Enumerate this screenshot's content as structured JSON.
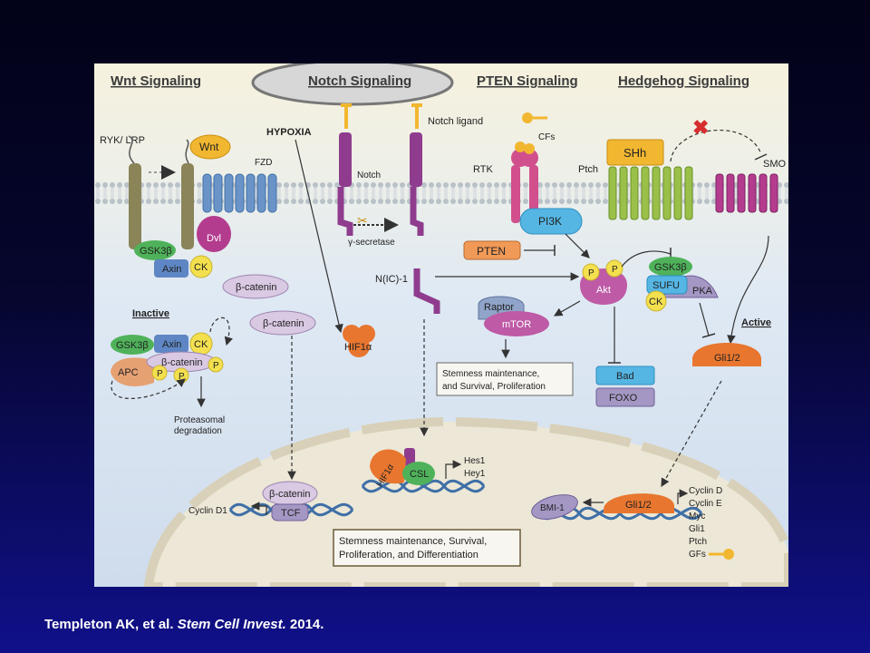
{
  "panels": {
    "wnt": "Wnt Signaling",
    "notch": "Notch Signaling",
    "pten": "PTEN Signaling",
    "hedgehog": "Hedgehog Signaling"
  },
  "labels": {
    "ryk_lrp": "RYK/ LRP",
    "wnt": "Wnt",
    "fzd": "FZD",
    "hypoxia": "HYPOXIA",
    "notch_ligand": "Notch ligand",
    "notch": "Notch",
    "gamma_secretase": "γ-secretase",
    "cfs": "CFs",
    "rtk": "RTK",
    "shh": "SHh",
    "ptch": "Ptch",
    "smo": "SMO",
    "dvl": "Dvl",
    "gsk3b": "GSK3β",
    "axin": "Axin",
    "ck": "CK",
    "pi3k": "PI3K",
    "pten": "PTEN",
    "nic1": "N(IC)-1",
    "p": "P",
    "akt": "Akt",
    "sufu": "SUFU",
    "pka": "PKA",
    "b_catenin": "β-catenin",
    "raptor": "Raptor",
    "mtor": "mTOR",
    "inactive": "Inactive",
    "active": "Active",
    "apc": "APC",
    "hif1a": "HIF1α",
    "gli12": "Gli1/2",
    "bad": "Bad",
    "foxo": "FOXO",
    "stemness_cyto_1": "Stemness maintenance,",
    "stemness_cyto_2": "and Survival, Proliferation",
    "proteasomal_1": "Proteasomal",
    "proteasomal_2": "degradation",
    "csl": "CSL",
    "hes1": "Hes1",
    "hey1": "Hey1",
    "tcf": "TCF",
    "cyclin_d1": "Cyclin D1",
    "bmi1": "BMI-1",
    "stemness_nuc_1": "Stemness maintenance, Survival,",
    "stemness_nuc_2": "Proliferation, and Differentiation",
    "hh_targets": [
      "Cyclin D",
      "Cyclin E",
      "Myc",
      "Gli1",
      "Ptch",
      "GFs"
    ]
  },
  "citation": {
    "authors": "Templeton AK, et al.",
    "journal": "Stem Cell Invest.",
    "year": "2014."
  }
}
